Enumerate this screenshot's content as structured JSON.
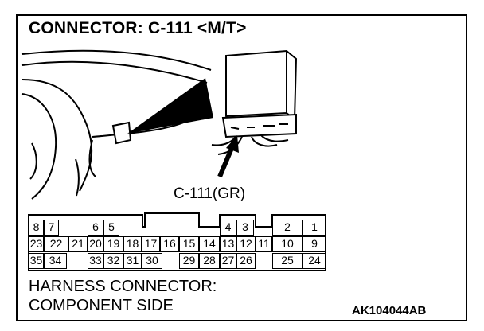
{
  "title": "CONNECTOR: C-111 <M/T>",
  "connector_label": "C-111(GR)",
  "footer_line1": "HARNESS CONNECTOR:",
  "footer_line2": "COMPONENT SIDE",
  "reference_code": "AK104044AB",
  "pins": {
    "row1": [
      "8",
      "7",
      "6",
      "5",
      "4",
      "3",
      "2",
      "1"
    ],
    "row2": [
      "23",
      "22",
      "21",
      "20",
      "19",
      "18",
      "17",
      "16",
      "15",
      "14",
      "13",
      "12",
      "11",
      "10",
      "9"
    ],
    "row3": [
      "35",
      "34",
      "33",
      "32",
      "31",
      "30",
      "29",
      "28",
      "27",
      "26",
      "25",
      "24"
    ]
  }
}
